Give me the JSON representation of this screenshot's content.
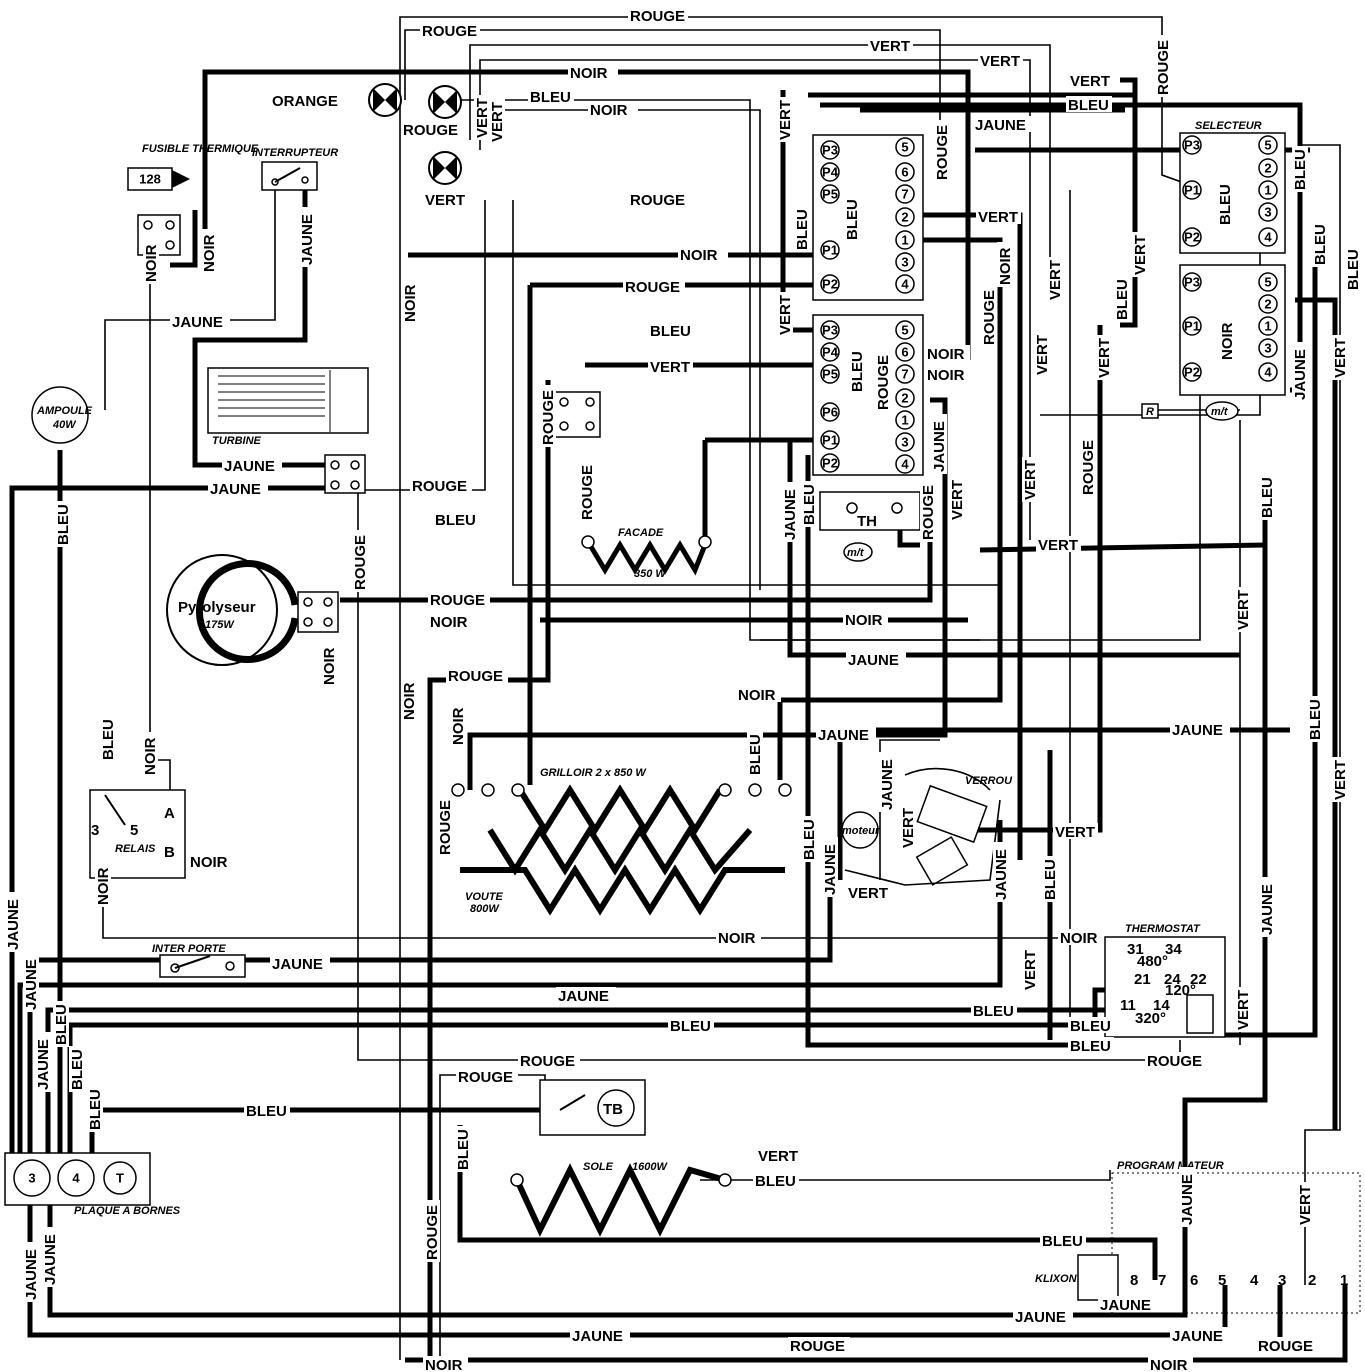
{
  "wire_colors": {
    "rouge": "ROUGE",
    "noir": "NOIR",
    "vert": "VERT",
    "bleu": "BLEU",
    "jaune": "JAUNE",
    "orange": "ORANGE"
  },
  "components": {
    "fusible": "FUSIBLE THERMIQUE",
    "fusible_value": "128",
    "interrupteur": "INTERRUPTEUR",
    "selecteur": "SELECTEUR",
    "turbine": "TURBINE",
    "ampoule": "AMPOULE",
    "ampoule_power": "40W",
    "pyrolyseur": "Pyrolyseur",
    "pyrolyseur_power": "175W",
    "facade": "FACADE",
    "facade_power": "350 W",
    "grilloir": "GRILLOIR 2 x 850 W",
    "voute": "VOUTE",
    "voute_power": "800W",
    "relais": "RELAIS",
    "relais_a": "A",
    "relais_b": "B",
    "relais_3": "3",
    "relais_5": "5",
    "moteur": "moteur",
    "verrou": "VERROU",
    "th": "TH",
    "mt": "m/t",
    "inter_porte": "INTER PORTE",
    "thermostat": "THERMOSTAT",
    "tb": "TB",
    "sole": "SOLE",
    "sole_power": "1600W",
    "plaque": "PLAQUE A BORNES",
    "programmateur": "PROGRAM MATEUR",
    "klixon": "KLIXON",
    "r": "R"
  },
  "lamps": {
    "orange": "ORANGE",
    "rouge": "ROUGE",
    "vert": "VERT"
  },
  "terminal_block": [
    "3",
    "4",
    "T"
  ],
  "thermostat_terminals": [
    "31",
    "34",
    "21",
    "24",
    "22",
    "11",
    "14"
  ],
  "thermostat_temps": [
    "480°",
    "120°",
    "320°"
  ],
  "programmer_terminals": [
    "8",
    "7",
    "6",
    "5",
    "4",
    "3",
    "2",
    "1"
  ],
  "selector_top": [
    "P3",
    "P4",
    "P5",
    "P1",
    "P2"
  ],
  "selector_top_right": [
    "5",
    "6",
    "7",
    "2",
    "1",
    "3",
    "4"
  ],
  "selector_mid": [
    "P3",
    "P4",
    "P5",
    "P6",
    "P1",
    "P2"
  ],
  "selector_mid_right": [
    "5",
    "6",
    "7",
    "2",
    "1",
    "3",
    "4"
  ],
  "selecteur_left": [
    "P3",
    "P1",
    "P2"
  ],
  "selecteur_right": [
    "5",
    "2",
    "1",
    "3",
    "4"
  ],
  "selecteur2_left": [
    "P3",
    "P1",
    "P2"
  ],
  "selecteur2_right": [
    "5",
    "2",
    "1",
    "3",
    "4"
  ]
}
